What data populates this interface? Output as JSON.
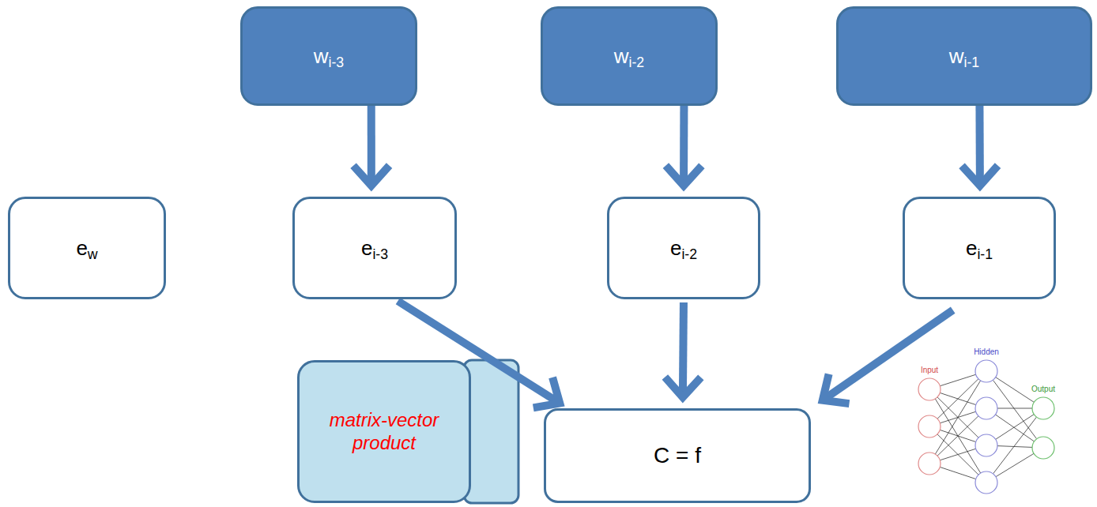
{
  "diagram": {
    "nodes": [
      {
        "text": [
          "w",
          "i-3"
        ]
      },
      {
        "text": [
          "w",
          "i-2"
        ]
      },
      {
        "text": [
          "w",
          "i-1"
        ]
      },
      {
        "text": [
          "e",
          "w"
        ]
      },
      {
        "text": [
          "e",
          "i-3"
        ]
      },
      {
        "text": [
          "e",
          "i-2"
        ]
      },
      {
        "text": [
          "e",
          "i-1"
        ]
      },
      {
        "text": [
          "matrix-vector product"
        ]
      },
      {
        "text": [
          "C = f"
        ]
      }
    ],
    "edges": [
      {
        "from": 0,
        "to": 4,
        "arrow": "to"
      },
      {
        "from": 1,
        "to": 5,
        "arrow": "to"
      },
      {
        "from": 2,
        "to": 6,
        "arrow": "to"
      },
      {
        "from": 4,
        "to": 8,
        "arrow": "to"
      },
      {
        "from": 5,
        "to": 8,
        "arrow": "to"
      },
      {
        "from": 6,
        "to": 8,
        "arrow": "to"
      }
    ],
    "labels": [
      "Input",
      "Hidden",
      "Output"
    ]
  }
}
